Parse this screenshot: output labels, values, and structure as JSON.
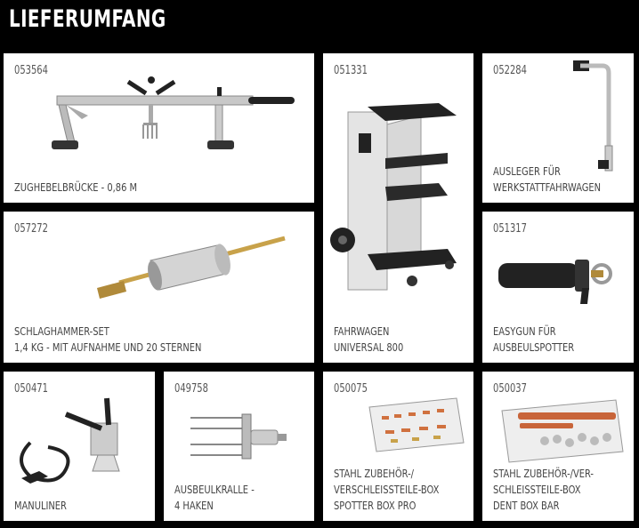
{
  "page": {
    "title": "LIEFERUMFANG"
  },
  "products": [
    {
      "code": "053564",
      "lines": [
        "ZUGHEBELBRÜCKE - 0,86 M"
      ]
    },
    {
      "code": "051331",
      "lines": [
        "FAHRWAGEN",
        "UNIVERSAL 800"
      ]
    },
    {
      "code": "052284",
      "lines": [
        "AUSLEGER FÜR",
        "WERKSTATTFAHRWAGEN"
      ]
    },
    {
      "code": "057272",
      "lines": [
        "SCHLAGHAMMER-SET",
        "1,4 KG - MIT AUFNAHME UND 20 STERNEN"
      ]
    },
    {
      "code": "051317",
      "lines": [
        "EASYGUN FÜR",
        "AUSBEULSPOTTER"
      ]
    },
    {
      "code": "050471",
      "lines": [
        "MANULINER"
      ]
    },
    {
      "code": "049758",
      "lines": [
        "AUSBEULKRALLE -",
        "4 HAKEN"
      ]
    },
    {
      "code": "050075",
      "lines": [
        "STAHL ZUBEHÖR-/",
        "VERSCHLEISSTEILE-BOX",
        "SPOTTER BOX PRO"
      ]
    },
    {
      "code": "050037",
      "lines": [
        "STAHL ZUBEHÖR-/VER-",
        "SCHLEISSTEILE-BOX",
        "DENT BOX BAR"
      ]
    }
  ]
}
